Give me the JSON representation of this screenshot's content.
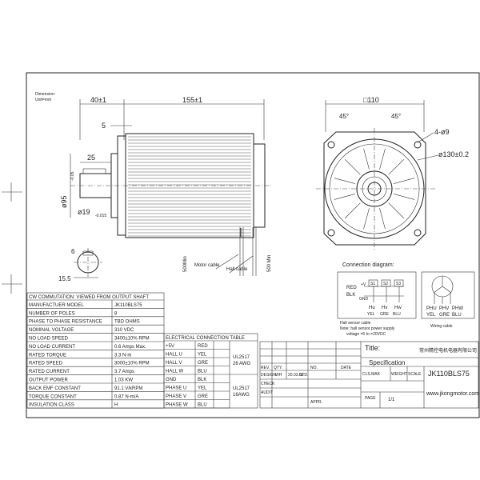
{
  "dimensions": {
    "unit_title": "Dimension:",
    "unit_value": "Unit=mm",
    "front_flange": "40±1",
    "body_length": "155±1",
    "flange_thickness": "5",
    "shaft_length": "25",
    "pilot_diameter": "ø95",
    "pilot_tol": "-0.05",
    "shaft_diameter": "ø19",
    "shaft_tol": "-0.015",
    "key_width": "6",
    "key_height": "15.5",
    "square": "□110",
    "angle_left": "45°",
    "angle_right": "45°",
    "holes": "4-ø9",
    "pcd": "ø130±0.2",
    "motor_cable": "Motor cable",
    "hall_cable": "Hall cable",
    "cable_len_1": "500Min",
    "cable_len_2": "500 Min"
  },
  "connection": {
    "title": "Connection diagram:",
    "red": "RED",
    "blk": "BLK",
    "vplus": "+V",
    "gnd": "GND",
    "s1": "S1",
    "s2": "S2",
    "s3": "S3",
    "hu": "Hu",
    "hv": "Hv",
    "hw": "Hw",
    "hu_c": "YEL",
    "hv_c": "GRE",
    "hw_c": "BLU",
    "hall_label": "Hall sensor cable",
    "note_1": "Note: hall sensor power supply",
    "note_2": "voltage =5 to =20VDC",
    "phu": "PHU",
    "phv": "PHV",
    "phw": "PHW",
    "phu_c": "YEL",
    "phv_c": "GRE",
    "phw_c": "BLU",
    "winding_label": "Wiring cable"
  },
  "spec_table": {
    "header": "CW COMMUTATION: VIEWED FROM OUTPUT SHAFT",
    "rows": [
      {
        "label": "MANUFACTUER MODEL",
        "value": "JK110BLS75"
      },
      {
        "label": "NUMBER OF POLES",
        "value": "8"
      },
      {
        "label": "PHASE TO PHASE RESISTANCE",
        "value": "TBD OHMS"
      },
      {
        "label": "NOMINAL VOLTAGE",
        "value": "310 VDC"
      },
      {
        "label": "NO LOAD SPEED",
        "value": "3400±10% RPM"
      },
      {
        "label": "NO LOAD CURRENT",
        "value": "0.6 Amps Max."
      },
      {
        "label": "RATED TORQUE",
        "value": "3.3 N-m"
      },
      {
        "label": "RATED SPEED",
        "value": "3000±10% RPM"
      },
      {
        "label": "RATED CURRENT",
        "value": "3.7 Amps"
      },
      {
        "label": "OUTPUT POWER",
        "value": "1.03 KW"
      },
      {
        "label": "BACK EMF CONSTANT",
        "value": "91.1 V/kRPM"
      },
      {
        "label": "TORQUE CONSTANT",
        "value": "0.87 N-m/A"
      },
      {
        "label": "INSULATION CLASS",
        "value": "H"
      }
    ]
  },
  "elec_table": {
    "header": "ELECTRICAL CONNECTION TABLE",
    "rows": [
      {
        "pin": "+5V",
        "color": "RED"
      },
      {
        "pin": "HALL U",
        "color": "YEL"
      },
      {
        "pin": "HALL V",
        "color": "GRE"
      },
      {
        "pin": "HALL W",
        "color": "BLU"
      },
      {
        "pin": "GND",
        "color": "BLK"
      },
      {
        "pin": "PHASE U",
        "color": "YEL"
      },
      {
        "pin": "PHASE V",
        "color": "GRE"
      },
      {
        "pin": "PHASE W",
        "color": "BLU"
      }
    ],
    "cable_1a": "UL2517",
    "cable_1b": "26 AWG",
    "cable_2a": "UL2517",
    "cable_2b": "16AWG"
  },
  "title_block": {
    "rev": "REV.",
    "qty": "QTY.",
    "no": "NO.",
    "date": "DATE",
    "design": "DESIGN",
    "designer": "WH",
    "design_date": "20.03.02",
    "std": "STD.",
    "check": "CHECK",
    "audit": "AUDIT",
    "appr": "APPR.",
    "title_label": "Title:",
    "title_value": "Specification",
    "company": "常州精控电机电器有限公司",
    "cls_mak": "CLS.MAK",
    "weight": "WEIGHT",
    "scale": "SCALE",
    "model": "JK110BLS75",
    "page_label": "PAGE",
    "page_value": "1/1",
    "website": "www.jkongmotor.com"
  }
}
